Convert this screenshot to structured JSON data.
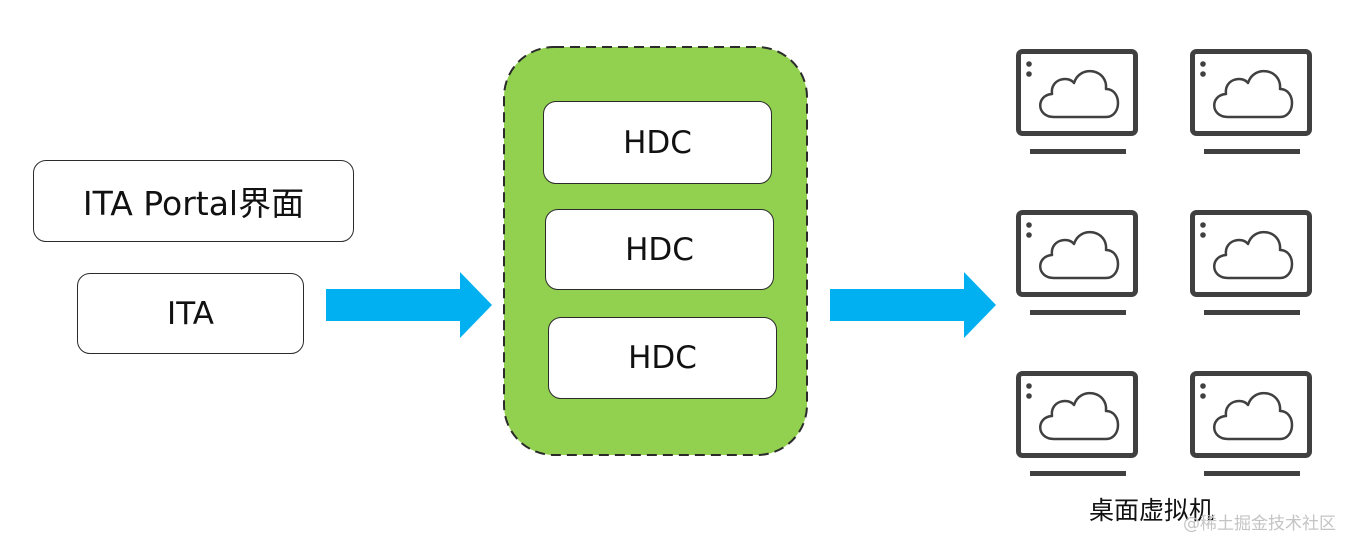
{
  "left": {
    "portal_label": "ITA Portal界面",
    "ita_label": "ITA"
  },
  "cluster": {
    "nodes": [
      {
        "label": "HDC"
      },
      {
        "label": "HDC"
      },
      {
        "label": "HDC"
      }
    ]
  },
  "desktops": {
    "caption": "桌面虚拟机",
    "count": 6,
    "icon": "cloud-monitor-icon"
  },
  "watermark": "@稀土掘金技术社区",
  "colors": {
    "cluster_fill": "#92d050",
    "arrow": "#00b0f0",
    "monitor": "#404040"
  }
}
